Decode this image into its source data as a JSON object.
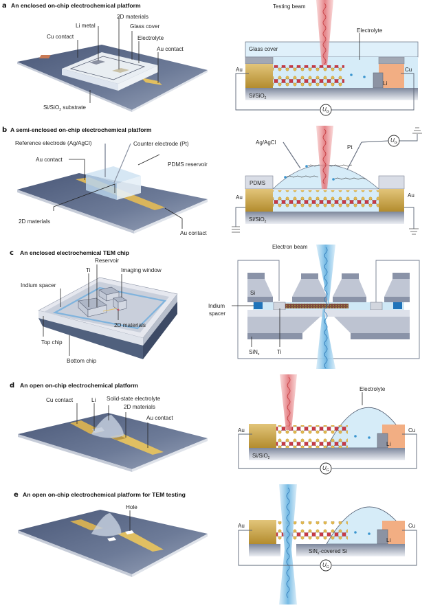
{
  "panels": {
    "a": {
      "letter": "a",
      "title": "An enclosed on-chip electrochemical platform",
      "left_labels": {
        "materials_2d": "2D materials",
        "li_metal": "Li metal",
        "glass_cover": "Glass cover",
        "cu_contact": "Cu contact",
        "electrolyte": "Electrolyte",
        "au_contact": "Au contact",
        "substrate": "Si/SiO",
        "substrate_sub": "2",
        "substrate_suffix": " substrate"
      },
      "right_labels": {
        "beam": "Testing beam",
        "electrolyte": "Electrolyte",
        "glass_cover": "Glass cover",
        "au": "Au",
        "cu": "Cu",
        "li": "Li",
        "substrate": "Si/SiO",
        "substrate_sub": "2",
        "voltage": "U",
        "voltage_sub": "G"
      }
    },
    "b": {
      "letter": "b",
      "title": "A semi-enclosed on-chip electrochemical platform",
      "left_labels": {
        "reference": "Reference electrode (Ag/AgCl)",
        "counter": "Counter electrode (Pt)",
        "au_contact_top": "Au contact",
        "pdms": "PDMS reservoir",
        "materials_2d": "2D materials",
        "au_contact_bottom": "Au contact"
      },
      "right_labels": {
        "agcl": "Ag/AgCl",
        "pt": "Pt",
        "pdms": "PDMS",
        "au_left": "Au",
        "au_right": "Au",
        "substrate": "Si/SiO",
        "substrate_sub": "2",
        "voltage": "U",
        "voltage_sub": "G"
      }
    },
    "c": {
      "letter": "c",
      "title": "An enclosed electrochemical TEM chip",
      "left_labels": {
        "reservoir": "Reservoir",
        "ti": "Ti",
        "imaging_window": "Imaging window",
        "indium_spacer": "Indium spacer",
        "materials_2d": "2D materials",
        "top_chip": "Top chip",
        "bottom_chip": "Bottom chip"
      },
      "right_labels": {
        "beam": "Electron beam",
        "si": "Si",
        "indium_spacer_1": "Indium",
        "indium_spacer_2": "spacer",
        "sinx": "SiN",
        "sinx_sub": "x",
        "ti": "Ti"
      }
    },
    "d": {
      "letter": "d",
      "title": "An open on-chip electrochemical platform",
      "left_labels": {
        "cu_contact": "Cu contact",
        "li": "Li",
        "solid_electrolyte": "Solid-state electrolyte",
        "materials_2d": "2D materials",
        "au_contact": "Au contact"
      },
      "right_labels": {
        "electrolyte": "Electrolyte",
        "au": "Au",
        "cu": "Cu",
        "li": "Li",
        "substrate": "Si/SiO",
        "substrate_sub": "2",
        "voltage": "U",
        "voltage_sub": "G"
      }
    },
    "e": {
      "letter": "e",
      "title": "An open on-chip electrochemical platform for TEM testing",
      "left_labels": {
        "hole": "Hole"
      },
      "right_labels": {
        "au": "Au",
        "cu": "Cu",
        "li": "Li",
        "substrate": "SiN",
        "substrate_sub": "x",
        "substrate_suffix": "-covered Si",
        "voltage": "U",
        "voltage_sub": "G"
      }
    }
  },
  "colors": {
    "substrate": "#5b6987",
    "gold": "#c9a54a",
    "copper": "#f3ae85",
    "electrolyte": "#d6ecf8",
    "testing_beam": "#e9777b",
    "electron_beam": "#7fc2e8",
    "lattice_metal": "#c93a45",
    "lattice_chalcogen": "#e3b94e",
    "ion": "#3a95cf"
  }
}
